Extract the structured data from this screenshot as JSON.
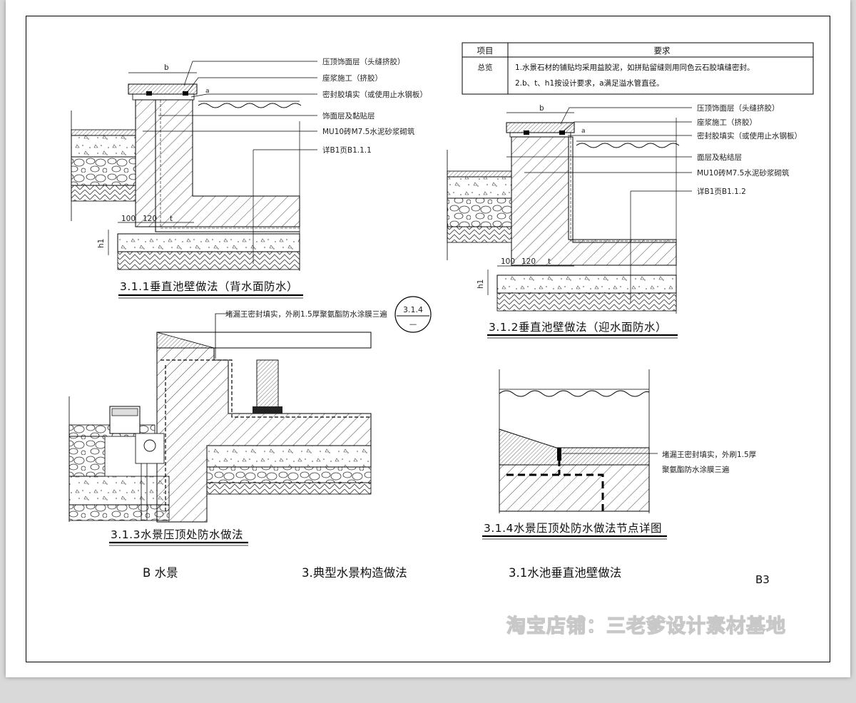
{
  "spec_table": {
    "col_item": "项目",
    "col_req": "要求",
    "row_item": "总览",
    "req_1": "1.水景石材的铺贴均采用益胶泥，如拼贴留缝则用同色云石胶填缝密封。",
    "req_2": "2.b、t、h1按设计要求，a满足溢水管直径。"
  },
  "d311": {
    "caption": "3.1.1垂直池壁做法（背水面防水）",
    "labels": [
      "压顶饰面层（头缝挤胶）",
      "座浆施工（挤胶）",
      "密封胶填实（或使用止水钢板）",
      "饰面层及黏贴层",
      "MU10砖M7.5水泥砂浆砌筑",
      "详B1页B1.1.1"
    ],
    "dim_b": "b",
    "dim_a": "a",
    "dim_100": "100",
    "dim_120": "120",
    "dim_t": "t",
    "dim_h1": "h1"
  },
  "d312": {
    "caption": "3.1.2垂直池壁做法（迎水面防水）",
    "labels": [
      "压顶饰面层（头缝挤胶）",
      "座浆施工（挤胶）",
      "密封胶填实（或使用止水钢板）",
      "面层及粘结层",
      "MU10砖M7.5水泥砂浆砌筑",
      "详B1页B1.1.2"
    ],
    "dim_b": "b",
    "dim_a": "a",
    "dim_100": "100",
    "dim_120": "120",
    "dim_t": "t",
    "dim_h1": "h1"
  },
  "d313": {
    "caption": "3.1.3水景压顶处防水做法",
    "note": "堵漏王密封填实，外刷1.5厚聚氨酯防水涂膜三遍",
    "ref_top": "3.1.4",
    "ref_bottom": "—"
  },
  "d314": {
    "caption": "3.1.4水景压顶处防水做法节点详图",
    "note_1": "堵漏王密封填实，外刷1.5厚",
    "note_2": "聚氨酯防水涂膜三遍"
  },
  "footer": {
    "left": "B 水景",
    "center": "3.典型水景构造做法",
    "right": "3.1水池垂直池壁做法",
    "page": "B3"
  },
  "watermark": "淘宝店铺：三老爹设计素材基地"
}
